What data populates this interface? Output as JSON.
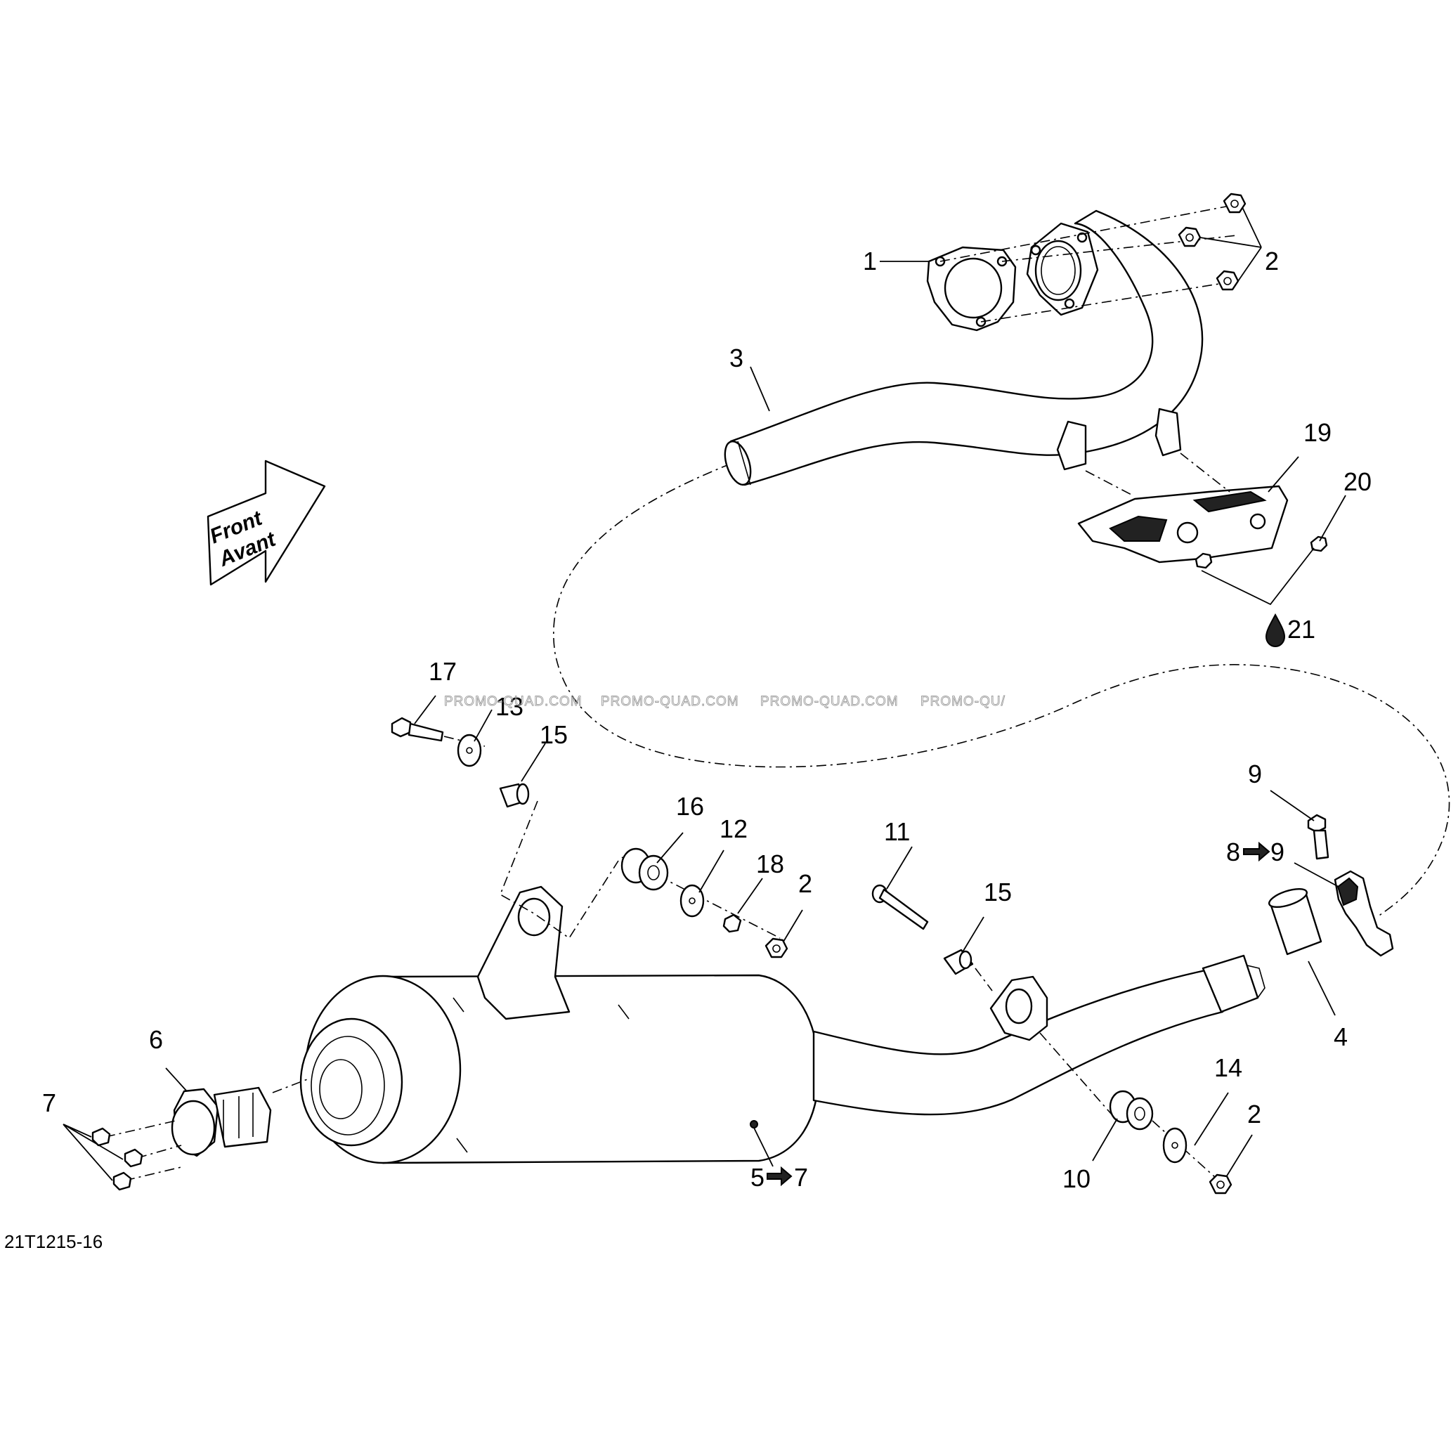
{
  "diagram": {
    "figure_code": "21T1215-16",
    "watermark": [
      "PROMO-QUAD.COM",
      "PROMO-QUAD.COM",
      "PROMO-QUAD.COM",
      "PROMO-QU/"
    ],
    "direction_arrow": {
      "line1": "Front",
      "line2": "Avant"
    },
    "callouts": {
      "c1": "1",
      "c2a": "2",
      "c3": "3",
      "c19": "19",
      "c20": "20",
      "c21": "21",
      "c17": "17",
      "c13": "13",
      "c15a": "15",
      "c16": "16",
      "c12": "12",
      "c18": "18",
      "c2b": "2",
      "c11": "11",
      "c15b": "15",
      "c9": "9",
      "c8": "8",
      "c8to": "9",
      "c4": "4",
      "c6": "6",
      "c7": "7",
      "c5": "5",
      "c5to": "7",
      "c10": "10",
      "c14": "14",
      "c2c": "2"
    },
    "icons": {
      "arrow": "right-arrow-icon",
      "drop": "liquid-drop-icon"
    }
  }
}
